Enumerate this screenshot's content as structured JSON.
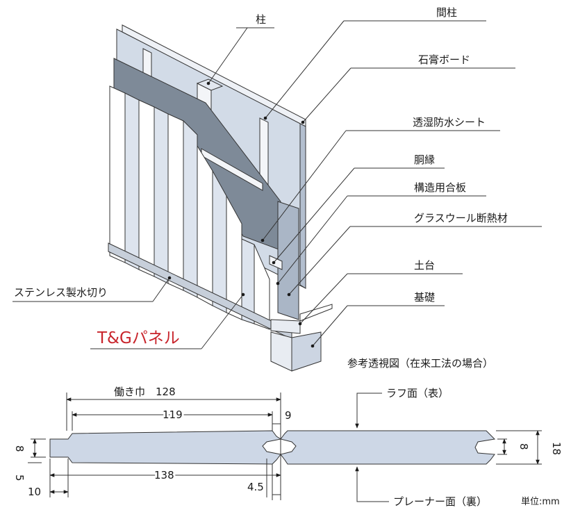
{
  "labels": {
    "hashira": "柱",
    "mabashira": "間柱",
    "sekko_board": "石膏ボード",
    "tousitsu_sheet": "透湿防水シート",
    "doubuchi": "胴縁",
    "kouzou_gouhan": "構造用合板",
    "glasswool": "グラスウール断熱材",
    "dodai": "土台",
    "kiso": "基礎",
    "stainless_mizukiri": "ステンレス製水切り",
    "tg_panel": "T&Gパネル",
    "caption": "参考透視図（在来工法の場合）"
  },
  "dimensions": {
    "working_width": "働き巾　128",
    "d119": "119",
    "d9": "9",
    "d8_left": "8",
    "d5": "5",
    "d10": "10",
    "d138": "138",
    "d4_5": "4.5",
    "d8_right": "8",
    "d18": "18"
  },
  "faces": {
    "rough_face": "ラフ面（表）",
    "planer_face": "プレーナー面（裏）",
    "unit": "単位:mm"
  },
  "colors": {
    "panel_fill": "#cdd7e6",
    "sheet_fill": "#7e8a98",
    "board_fill": "#d2dbe7",
    "accent_red": "#c8242b"
  }
}
